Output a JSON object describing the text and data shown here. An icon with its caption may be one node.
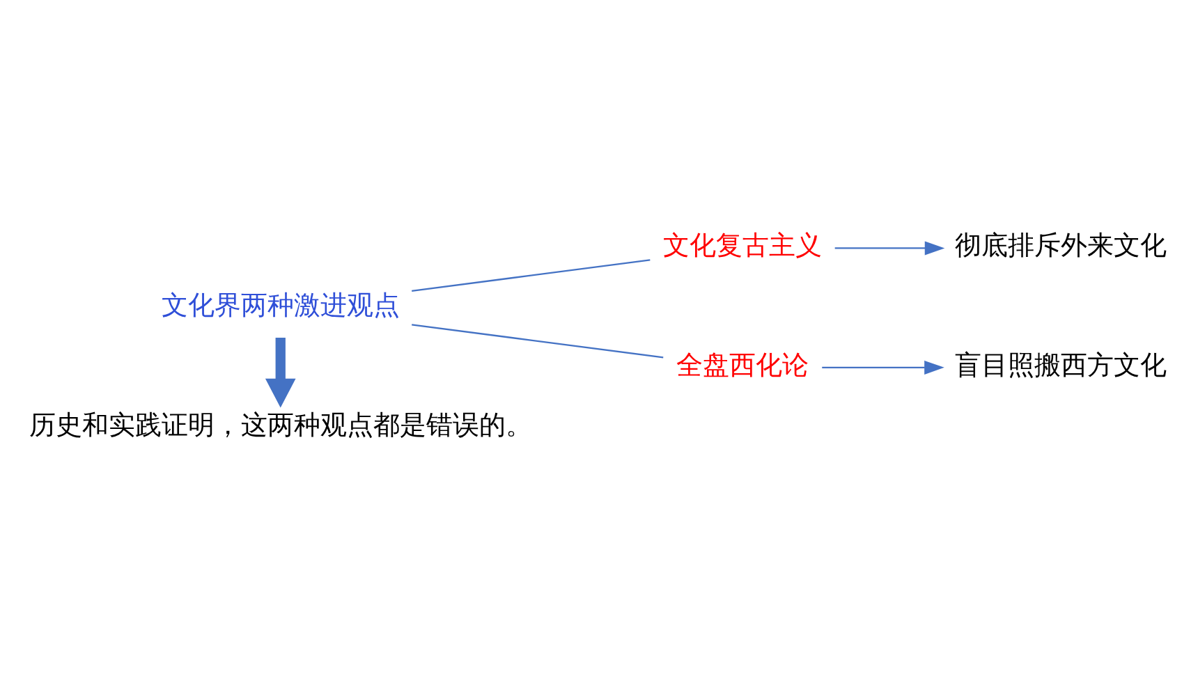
{
  "diagram": {
    "nodes": [
      {
        "text": [
          "文化界两种激进观点"
        ]
      },
      {
        "text": [
          "文化复古主义"
        ]
      },
      {
        "text": [
          "彻底排斥外来文化"
        ]
      },
      {
        "text": [
          "全盘西化论"
        ]
      },
      {
        "text": [
          "盲目照搬西方文化"
        ]
      },
      {
        "text": [
          "历史和实践证明，这两种观点都是错误的。"
        ]
      }
    ],
    "edges": [
      {
        "from": 0,
        "to": 1,
        "arrow": "none"
      },
      {
        "from": 0,
        "to": 3,
        "arrow": "none"
      },
      {
        "from": 1,
        "to": 2,
        "arrow": "to"
      },
      {
        "from": 3,
        "to": 4,
        "arrow": "to"
      },
      {
        "from": 0,
        "to": 5,
        "arrow": "to",
        "style": "thick"
      }
    ]
  }
}
